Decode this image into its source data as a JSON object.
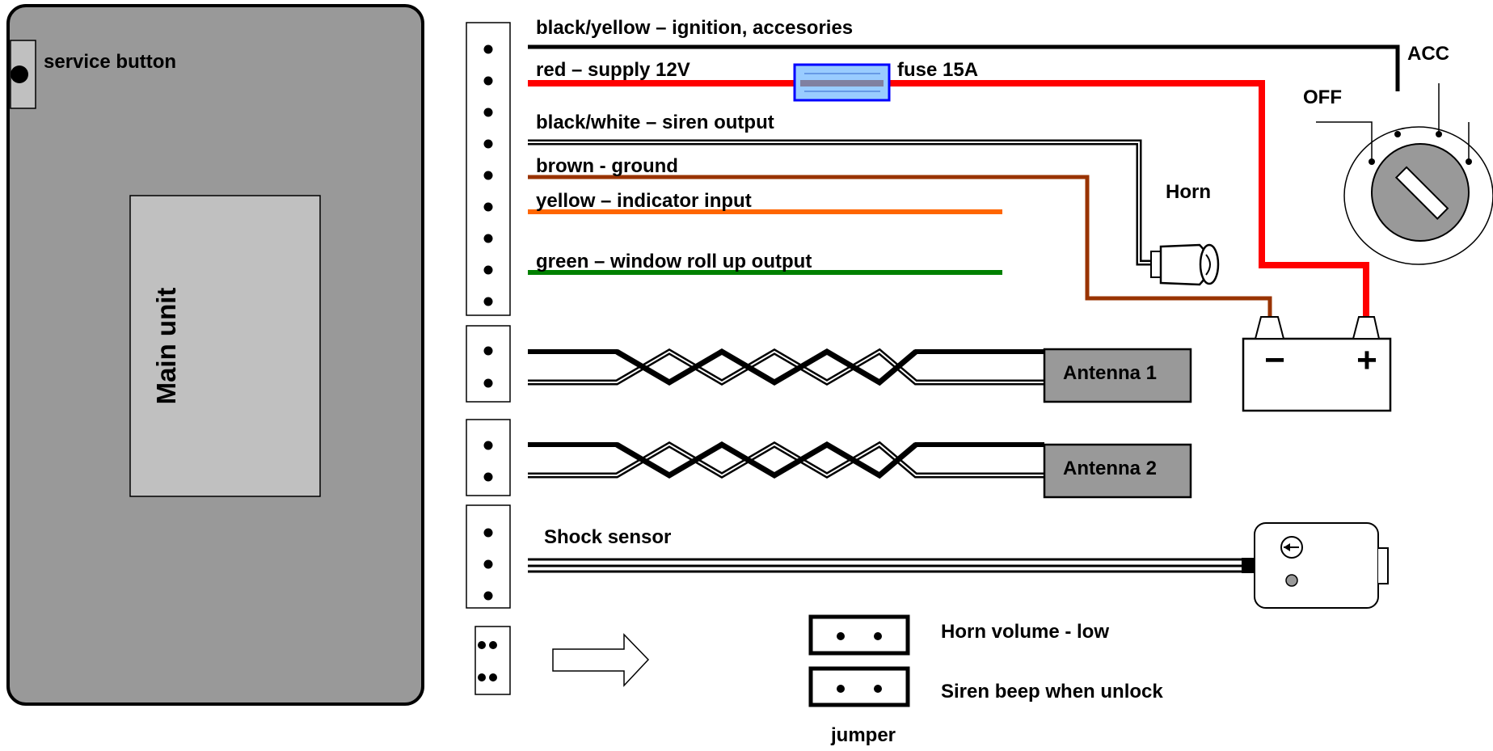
{
  "main_unit": {
    "label": "Main unit",
    "service_button_label": "service button"
  },
  "wires": {
    "ignition": "black/yellow – ignition, accesories",
    "supply": "red – supply 12V",
    "fuse": "fuse  15A",
    "siren": "black/white – siren output",
    "ground": "brown - ground",
    "indicator": "yellow – indicator input",
    "window": "green – window roll up output"
  },
  "horn": {
    "label": "Horn"
  },
  "ignition_switch": {
    "acc_label": "ACC",
    "off_label": "OFF"
  },
  "battery": {
    "minus": "−",
    "plus": "+"
  },
  "antennas": {
    "antenna1": "Antenna 1",
    "antenna2": "Antenna 2"
  },
  "shock_sensor": {
    "label": "Shock sensor"
  },
  "jumpers": {
    "horn_volume": "Horn volume - low",
    "siren_beep": "Siren beep when unlock",
    "caption": "jumper"
  },
  "colors": {
    "unit_body": "#999999",
    "unit_panel": "#c0c0c0",
    "red_wire": "#ff0000",
    "brown_wire": "#993300",
    "orange_wire": "#ff6600",
    "green_wire": "#008000",
    "fuse_fill": "#99ccff",
    "fuse_border": "#0000ff",
    "antenna_box": "#999999"
  }
}
